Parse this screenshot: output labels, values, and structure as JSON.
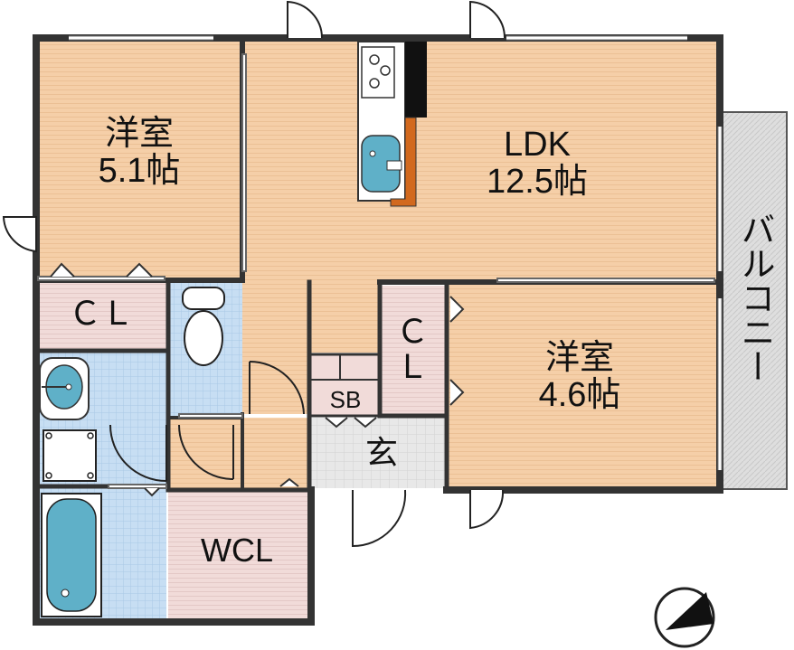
{
  "rooms": {
    "western1": {
      "name": "洋室",
      "size": "5.1帖"
    },
    "ldk": {
      "name": "LDK",
      "size": "12.5帖"
    },
    "western2": {
      "name": "洋室",
      "size": "4.6帖"
    },
    "closet1": {
      "name": "ＣＬ"
    },
    "closet2": {
      "line1": "Ｃ",
      "line2": "Ｌ"
    },
    "shoebox": {
      "name": "SB"
    },
    "entrance": {
      "name": "玄"
    },
    "wcl": {
      "name": "WCL"
    },
    "balcony": {
      "name": "バルコニー"
    }
  },
  "colors": {
    "wall": "#333333",
    "room_floor": "#f5cfa8",
    "closet_floor": "#f1dbd9",
    "wet_floor": "#c7def3",
    "entrance_floor": "#e8e8e8",
    "balcony_floor": "#dedede",
    "fixture_blue": "#5fb0c8",
    "counter_brown": "#d2691e",
    "compass_fill": "#111111"
  }
}
